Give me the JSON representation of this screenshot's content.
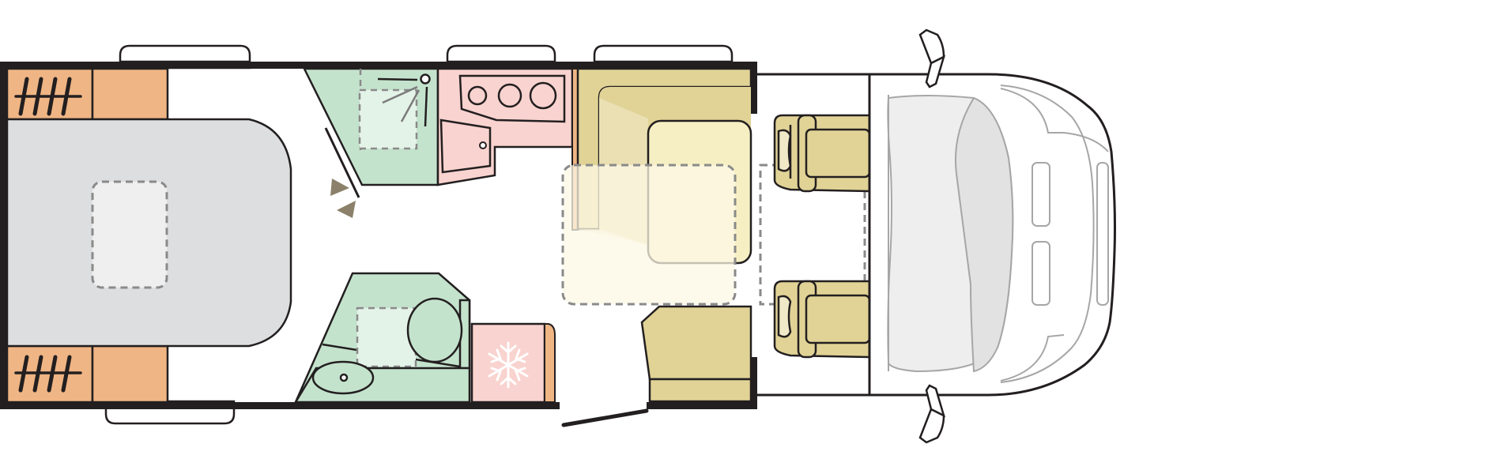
{
  "diagram": {
    "kind": "motorhome-floor-plan",
    "colors": {
      "outline": "#231f20",
      "bed": "#dddee0",
      "bed_inner": "#efefef",
      "storage": "#efb584",
      "washroom": "#c4e3cd",
      "washroom_inner": "#e4f3e8",
      "kitchen": "#f9d3cf",
      "seating": "#e1d396",
      "seating_light": "#f6efc3",
      "seating_pale": "#f0e9c8",
      "fridge": "#f9d3cf",
      "cab": "#eeeeee",
      "cab_line": "#a6a6a6",
      "arrow": "#8b816a",
      "dashed": "#8a8a8a"
    },
    "icons": {
      "heater": "radiator-icon",
      "fridge": "snowflake-icon",
      "shower": "shower-head-icon",
      "hob": "cooktop-burner-icon",
      "toilet": "toilet-icon",
      "basin": "washbasin-icon"
    },
    "zones": [
      "rear-bed",
      "wardrobe",
      "shower",
      "kitchen",
      "washroom",
      "fridge",
      "dinette",
      "cab-seats",
      "driver-cab"
    ]
  }
}
